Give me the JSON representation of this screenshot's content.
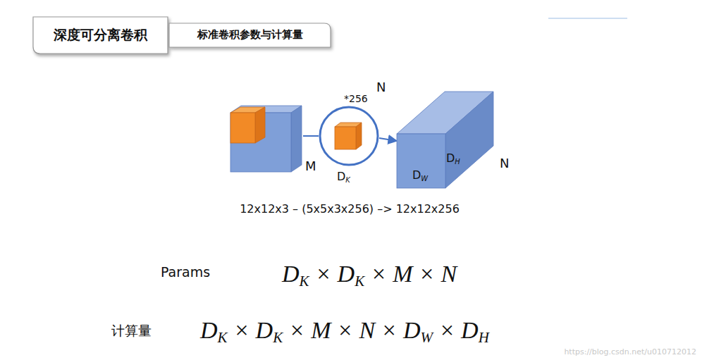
{
  "diagram": {
    "nodes": [
      {
        "text": [
          "深度可分离卷积"
        ]
      },
      {
        "text": [
          "标准卷积参数与计算量"
        ]
      },
      {
        "text": [
          "M"
        ]
      },
      {
        "text": [
          "*256",
          "N",
          "DK"
        ]
      },
      {
        "text": [
          "DH",
          "DW",
          "N"
        ]
      }
    ],
    "edges": [
      {
        "from": 2,
        "to": 3,
        "arrow": "none"
      },
      {
        "from": 3,
        "to": 4,
        "arrow": "to"
      }
    ],
    "labels": [
      "12x12x3  –  (5x5x3x256) –> 12x12x256",
      "Params",
      "DK × DK × M × N",
      "计算量",
      "DK × DK × M × N × DW × DH",
      "https://blog.csdn.net/u010712012"
    ]
  }
}
